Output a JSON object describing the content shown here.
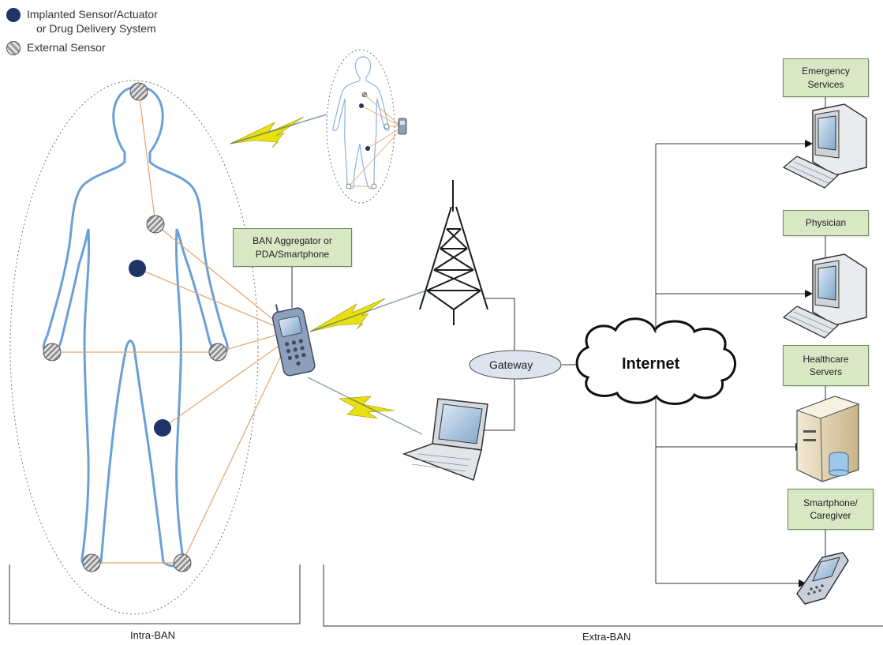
{
  "legend": {
    "implanted_line1": "Implanted Sensor/Actuator",
    "implanted_line2": "or Drug Delivery System",
    "external": "External Sensor"
  },
  "labels": {
    "aggregator": "BAN Aggregator or\nPDA/Smartphone",
    "gateway": "Gateway",
    "internet": "Internet",
    "emergency": "Emergency\nServices",
    "physician": "Physician",
    "servers": "Healthcare\nServers",
    "caregiver": "Smartphone/\nCaregiver",
    "intra_ban": "Intra-BAN",
    "extra_ban": "Extra-BAN"
  },
  "colors": {
    "implant": "#1f3468",
    "body_outline": "#6aa0d8",
    "sensor_link": "#e8a870",
    "wireless": "#e8e010",
    "label_box": "#d8e8c4",
    "line": "#333333"
  }
}
